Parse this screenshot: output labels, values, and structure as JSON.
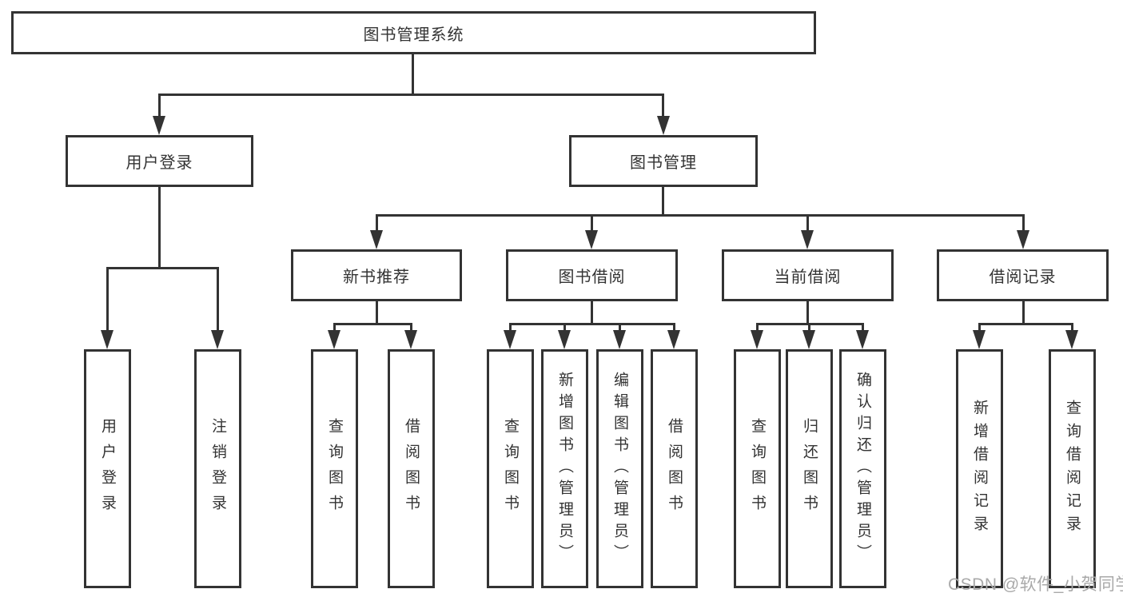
{
  "colors": {
    "line": "#333333",
    "box_border": "#333333",
    "text": "#333333",
    "watermark": "#a9a9a9",
    "background": "#ffffff"
  },
  "tree": {
    "label": "图书管理系统",
    "children": [
      {
        "label": "用户登录",
        "children": [
          {
            "label": "用户登录"
          },
          {
            "label": "注销登录"
          }
        ]
      },
      {
        "label": "图书管理",
        "children": [
          {
            "label": "新书推荐",
            "children": [
              {
                "label": "查询图书"
              },
              {
                "label": "借阅图书"
              }
            ]
          },
          {
            "label": "图书借阅",
            "children": [
              {
                "label": "查询图书"
              },
              {
                "label": "新增图书（管理员）"
              },
              {
                "label": "编辑图书（管理员）"
              },
              {
                "label": "借阅图书"
              }
            ]
          },
          {
            "label": "当前借阅",
            "children": [
              {
                "label": "查询图书"
              },
              {
                "label": "归还图书"
              },
              {
                "label": "确认归还（管理员）"
              }
            ]
          },
          {
            "label": "借阅记录",
            "children": [
              {
                "label": "新增借阅记录"
              },
              {
                "label": "查询借阅记录"
              }
            ]
          }
        ]
      }
    ]
  },
  "watermark": {
    "text": "CSDN @软件_小贺同学"
  }
}
